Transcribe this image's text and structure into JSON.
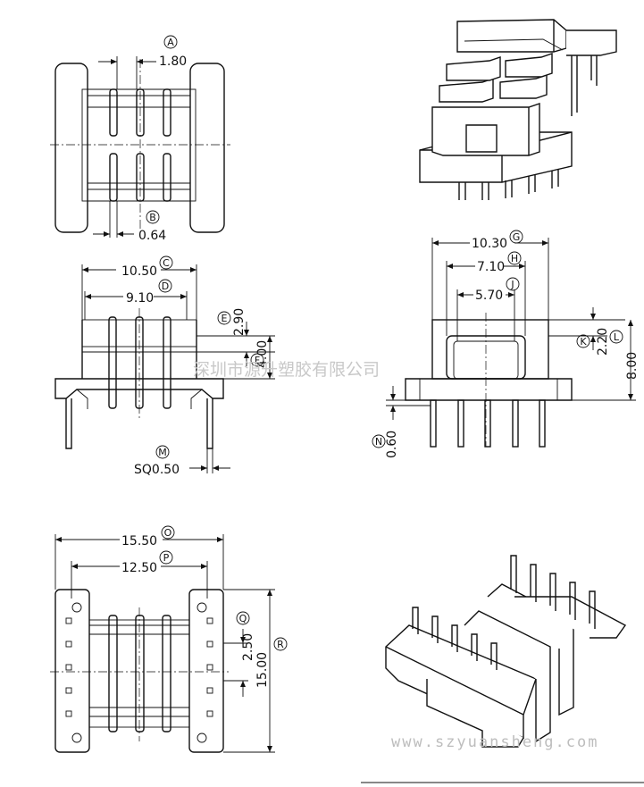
{
  "watermark": {
    "company": "深圳市源升塑胶有限公司",
    "website": "www.szyuansheng.com"
  },
  "top_view": {
    "dim_A": {
      "label": "A",
      "value": "1.80"
    },
    "dim_B": {
      "label": "B",
      "value": "0.64"
    }
  },
  "front_view": {
    "dim_C": {
      "label": "C",
      "value": "10.50"
    },
    "dim_D": {
      "label": "D",
      "value": "9.10"
    },
    "dim_E": {
      "label": "E",
      "value": "2.90"
    },
    "dim_F": {
      "label": "F",
      "value": "4.00"
    },
    "dim_M": {
      "label": "M",
      "value": "SQ0.50"
    }
  },
  "side_view": {
    "dim_G": {
      "label": "G",
      "value": "10.30"
    },
    "dim_H": {
      "label": "H",
      "value": "7.10"
    },
    "dim_J": {
      "label": "J",
      "value": "5.70"
    },
    "dim_K": {
      "label": "K",
      "value": "2.20"
    },
    "dim_L": {
      "label": "L",
      "value": "8.00"
    },
    "dim_N": {
      "label": "N",
      "value": "0.60"
    }
  },
  "bottom_view": {
    "dim_O": {
      "label": "O",
      "value": "15.50"
    },
    "dim_P": {
      "label": "P",
      "value": "12.50"
    },
    "dim_Q": {
      "label": "Q",
      "value": "2.50"
    },
    "dim_R": {
      "label": "R",
      "value": "15.00"
    }
  }
}
